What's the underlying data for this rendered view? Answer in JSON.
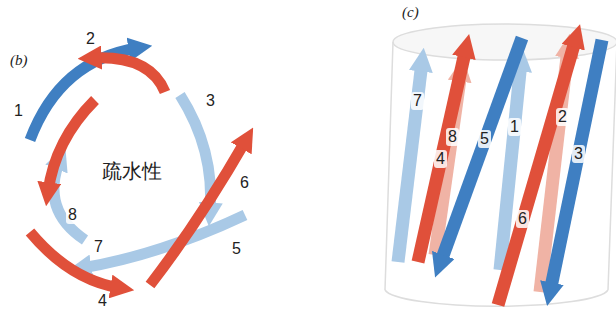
{
  "diagram": {
    "labels": [
      "(b)",
      "2",
      "1",
      "3",
      "6",
      "疏水性",
      "8",
      "7",
      "5",
      "4",
      "(c)",
      "7",
      "4",
      "8",
      "5",
      "1",
      "2",
      "6",
      "3"
    ]
  }
}
